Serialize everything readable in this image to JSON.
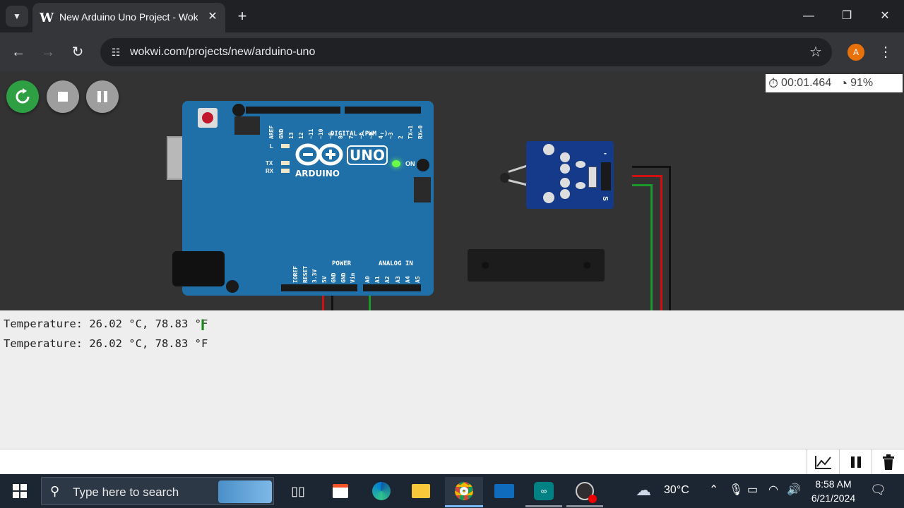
{
  "browser": {
    "tab_title": "New Arduino Uno Project - Wokwi",
    "tab_favicon": "W",
    "new_tab_glyph": "+",
    "url": "wokwi.com/projects/new/arduino-uno",
    "profile_initial": "A",
    "minimize": "—",
    "restore": "❐",
    "close": "✕"
  },
  "simulator": {
    "timer": "00:01.464",
    "speed": "91%",
    "board": {
      "logo_text": "UNO",
      "brand": "ARDUINO",
      "on_label": "ON",
      "led_l": "L",
      "led_tx": "TX",
      "led_rx": "RX",
      "digital_label": "DIGITAL (PWM ~)",
      "power_label": "POWER",
      "analog_label": "ANALOG IN",
      "digital_pins": [
        "AREF",
        "GND",
        "13",
        "12",
        "~11",
        "~10",
        "~9",
        "8",
        "7",
        "~6",
        "~5",
        "4",
        "~3",
        "2",
        "TX→1",
        "RX←0"
      ],
      "power_pins": [
        "IOREF",
        "RESET",
        "3.3V",
        "5V",
        "GND",
        "GND",
        "Vin"
      ],
      "analog_pins": [
        "A0",
        "A1",
        "A2",
        "A3",
        "A4",
        "A5"
      ]
    },
    "sensor": {
      "pin_minus": "-",
      "pin_s": "S"
    },
    "wire_colors": {
      "black": "#111111",
      "red": "#d01010",
      "green": "#1a9a2a"
    }
  },
  "serial_monitor": {
    "lines": [
      "Temperature: 26.02 °C, 78.83 °F",
      "Temperature: 26.02 °C, 78.83 °F"
    ]
  },
  "taskbar": {
    "search_placeholder": "Type here to search",
    "weather": "30°C",
    "time": "8:58 AM",
    "date": "6/21/2024"
  },
  "colors": {
    "restart": "#2ea043",
    "board": "#1f6fa8",
    "sensor": "#163a8a"
  }
}
